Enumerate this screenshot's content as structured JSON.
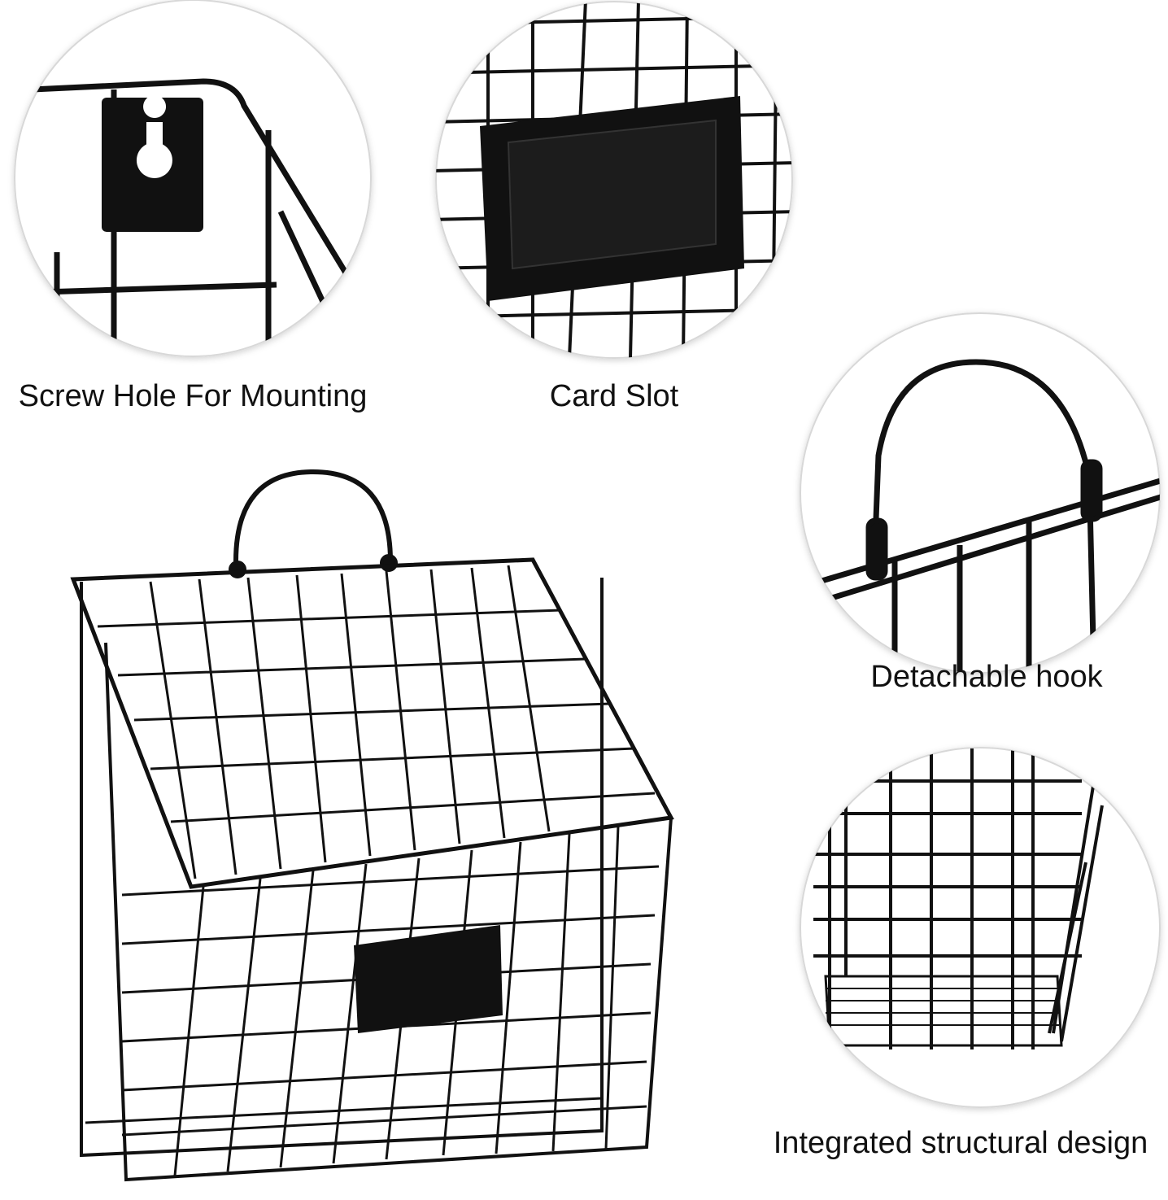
{
  "features": [
    {
      "label": "Screw Hole For Mounting"
    },
    {
      "label": "Card Slot"
    },
    {
      "label": "Detachable hook"
    },
    {
      "label": "Integrated structural design"
    }
  ],
  "colors": {
    "wire": "#111111",
    "circle_border": "#d8d8d8",
    "background": "#ffffff"
  }
}
